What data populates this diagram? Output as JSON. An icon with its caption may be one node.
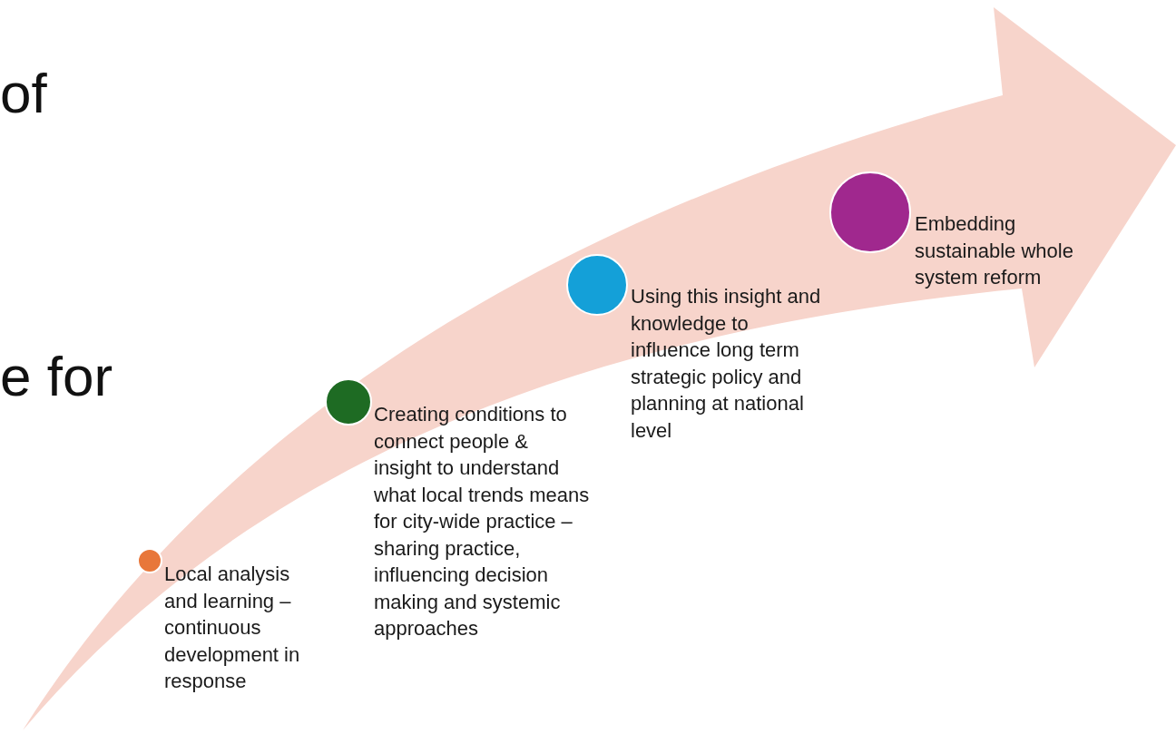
{
  "diagram": {
    "nodes": [
      {
        "text": [],
        "shape": "circle",
        "beside": [
          "Local analysis and learning – continuous development in response"
        ]
      },
      {
        "text": [],
        "shape": "circle",
        "beside": [
          "Creating conditions to connect people & insight to understand what local trends means for city-wide practice – sharing practice, influencing decision making and systemic approaches"
        ]
      },
      {
        "text": [],
        "shape": "circle",
        "beside": [
          "Using this insight and knowledge to influence long term strategic policy and planning at national level"
        ]
      },
      {
        "text": [],
        "shape": "circle",
        "beside": [
          "Embedding sustainable whole system reform"
        ]
      }
    ],
    "edges": [],
    "labels": [
      "of",
      "e for"
    ]
  }
}
